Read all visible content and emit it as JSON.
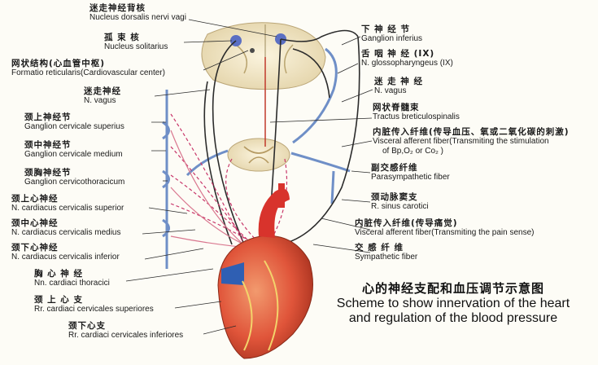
{
  "labels": {
    "nucleus_dorsalis": {
      "zh": "迷走神经背核",
      "en": "Nucleus dorsalis nervi vagi"
    },
    "nucleus_solitarius": {
      "zh": "孤 束 核",
      "en": "Nucleus solitarius"
    },
    "formatio_reticularis": {
      "zh": "网状结构(心血管中枢)",
      "en": "Formatio reticularis(Cardiovascular center)"
    },
    "n_vagus_left": {
      "zh": "迷走神经",
      "en": "N. vagus"
    },
    "ggl_cerv_sup": {
      "zh": "颈上神经节",
      "en": "Ganglion cervicale superius"
    },
    "ggl_cerv_med": {
      "zh": "颈中神经节",
      "en": "Ganglion cervicale medium"
    },
    "ggl_cervicothoracic": {
      "zh": "颈胸神经节",
      "en": "Ganglion cervicothoracicum"
    },
    "n_card_cerv_sup": {
      "zh": "颈上心神经",
      "en": "N. cardiacus cervicalis superior"
    },
    "n_card_cerv_med": {
      "zh": "颈中心神经",
      "en": "N. cardiacus cervicalis medius"
    },
    "n_card_cerv_inf": {
      "zh": "颈下心神经",
      "en": "N. cardiacus cervicalis inferior"
    },
    "nn_card_thoracici": {
      "zh": "胸 心 神 经",
      "en": "Nn. cardiaci thoracici"
    },
    "rr_card_sup": {
      "zh": "颈 上 心 支",
      "en": "Rr. cardiaci cervicales superiores"
    },
    "rr_card_inf": {
      "zh": "颈下心支",
      "en": "Rr. cardiaci cervicales inferiores"
    },
    "ggl_inferius": {
      "zh": "下 神 经 节",
      "en": "Ganglion inferius"
    },
    "n_glosso": {
      "zh": "舌 咽 神 经 (IX)",
      "en": "N. glossopharyngeus (IX)"
    },
    "n_vagus_right": {
      "zh": "迷 走 神 经",
      "en": "N. vagus"
    },
    "tractus": {
      "zh": "网状脊髓束",
      "en": "Tractus breticulospinalis"
    },
    "visceral_aff_1": {
      "zh": "内脏传入纤维(传导血压、氧或二氧化碳的刺激)",
      "en": "Visceral afferent fiber(Transmiting the stimulation",
      "en2": "of Bp,O₂ or Co₂ )"
    },
    "parasympathetic": {
      "zh": "副交感纤维",
      "en": "Parasympathetic fiber"
    },
    "r_sinus": {
      "zh": "颈动脉窦支",
      "en": "R. sinus carotici"
    },
    "visceral_aff_2": {
      "zh": "内脏传入纤维(传导痛觉)",
      "en": "Visceral afferent fiber(Transmiting the pain sense)"
    },
    "sympathetic": {
      "zh": "交 感 纤 维",
      "en": "Sympathetic fiber"
    }
  },
  "title": {
    "zh": "心的神经支配和血压调节示意图",
    "en_line1": "Scheme to show innervation of the heart",
    "en_line2": "and regulation of the blood pressure"
  },
  "colors": {
    "nerve": "#2b2b2b",
    "sympathetic_dashed": "#c8376a",
    "afferent": "#d9778f",
    "vessel": "#6f8fc7",
    "artery": "#d8332c",
    "heart": "#e0553a",
    "cord": "#efe4c6"
  }
}
